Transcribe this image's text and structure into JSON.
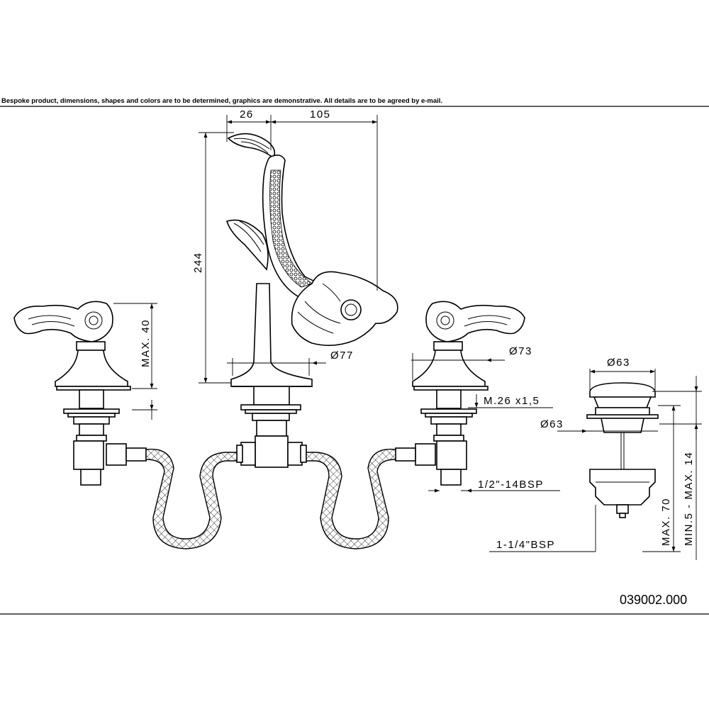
{
  "header_note": "Bespoke product, dimensions, shapes and colors are to be determined, graphics are demonstrative. All details are to be agreed by e-mail.",
  "product_code": "039002.000",
  "dimensions": {
    "spout_offset": "26",
    "spout_reach": "105",
    "spout_height": "244",
    "handle_height": "MAX. 40",
    "spout_base_diameter": "Ø77",
    "handle_base_diameter": "Ø73",
    "thread": "M.26 x1,5",
    "inlet_thread": "1/2\"-14BSP",
    "drain_cap_diameter": "Ø63",
    "drain_flange_diameter": "Ø63",
    "drain_thread": "1-1/4\"BSP",
    "drain_length": "MAX. 70",
    "drain_range": "MIN.5 - MAX. 14"
  },
  "colors": {
    "line": "#000000",
    "background": "#ffffff"
  }
}
